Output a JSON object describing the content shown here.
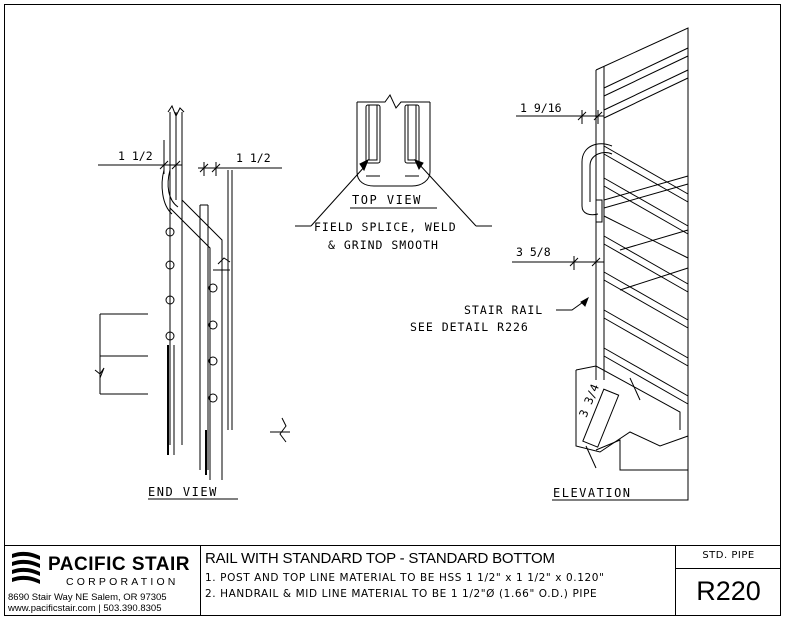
{
  "drawing": {
    "views": {
      "end_view": "END VIEW",
      "top_view": "TOP VIEW",
      "elevation": "ELEVATION"
    },
    "dimensions": {
      "end_left": "1 1/2",
      "end_right": "1 1/2",
      "elev_top": "1 9/16",
      "elev_mid": "3 5/8",
      "elev_bottom": "3 3/4"
    },
    "callouts": {
      "splice_line1": "FIELD SPLICE, WELD",
      "splice_line2": "& GRIND SMOOTH",
      "stair_rail_line1": "STAIR RAIL",
      "stair_rail_line2": "SEE DETAIL R226"
    }
  },
  "title_block": {
    "company": "PACIFIC STAIR",
    "corporation": "CORPORATION",
    "address": "8690 Stair Way NE Salem, OR 97305",
    "contact": "www.pacificstair.com  |  503.390.8305",
    "title": "RAIL WITH STANDARD TOP - STANDARD BOTTOM",
    "note1": "1. POST AND TOP LINE MATERIAL TO BE HSS 1 1/2\" x 1 1/2\" x 0.120\"",
    "note2": "2. HANDRAIL & MID LINE MATERIAL TO BE 1 1/2\"Ø (1.66\" O.D.) PIPE",
    "spec": "STD. PIPE",
    "detail_number": "R220"
  }
}
